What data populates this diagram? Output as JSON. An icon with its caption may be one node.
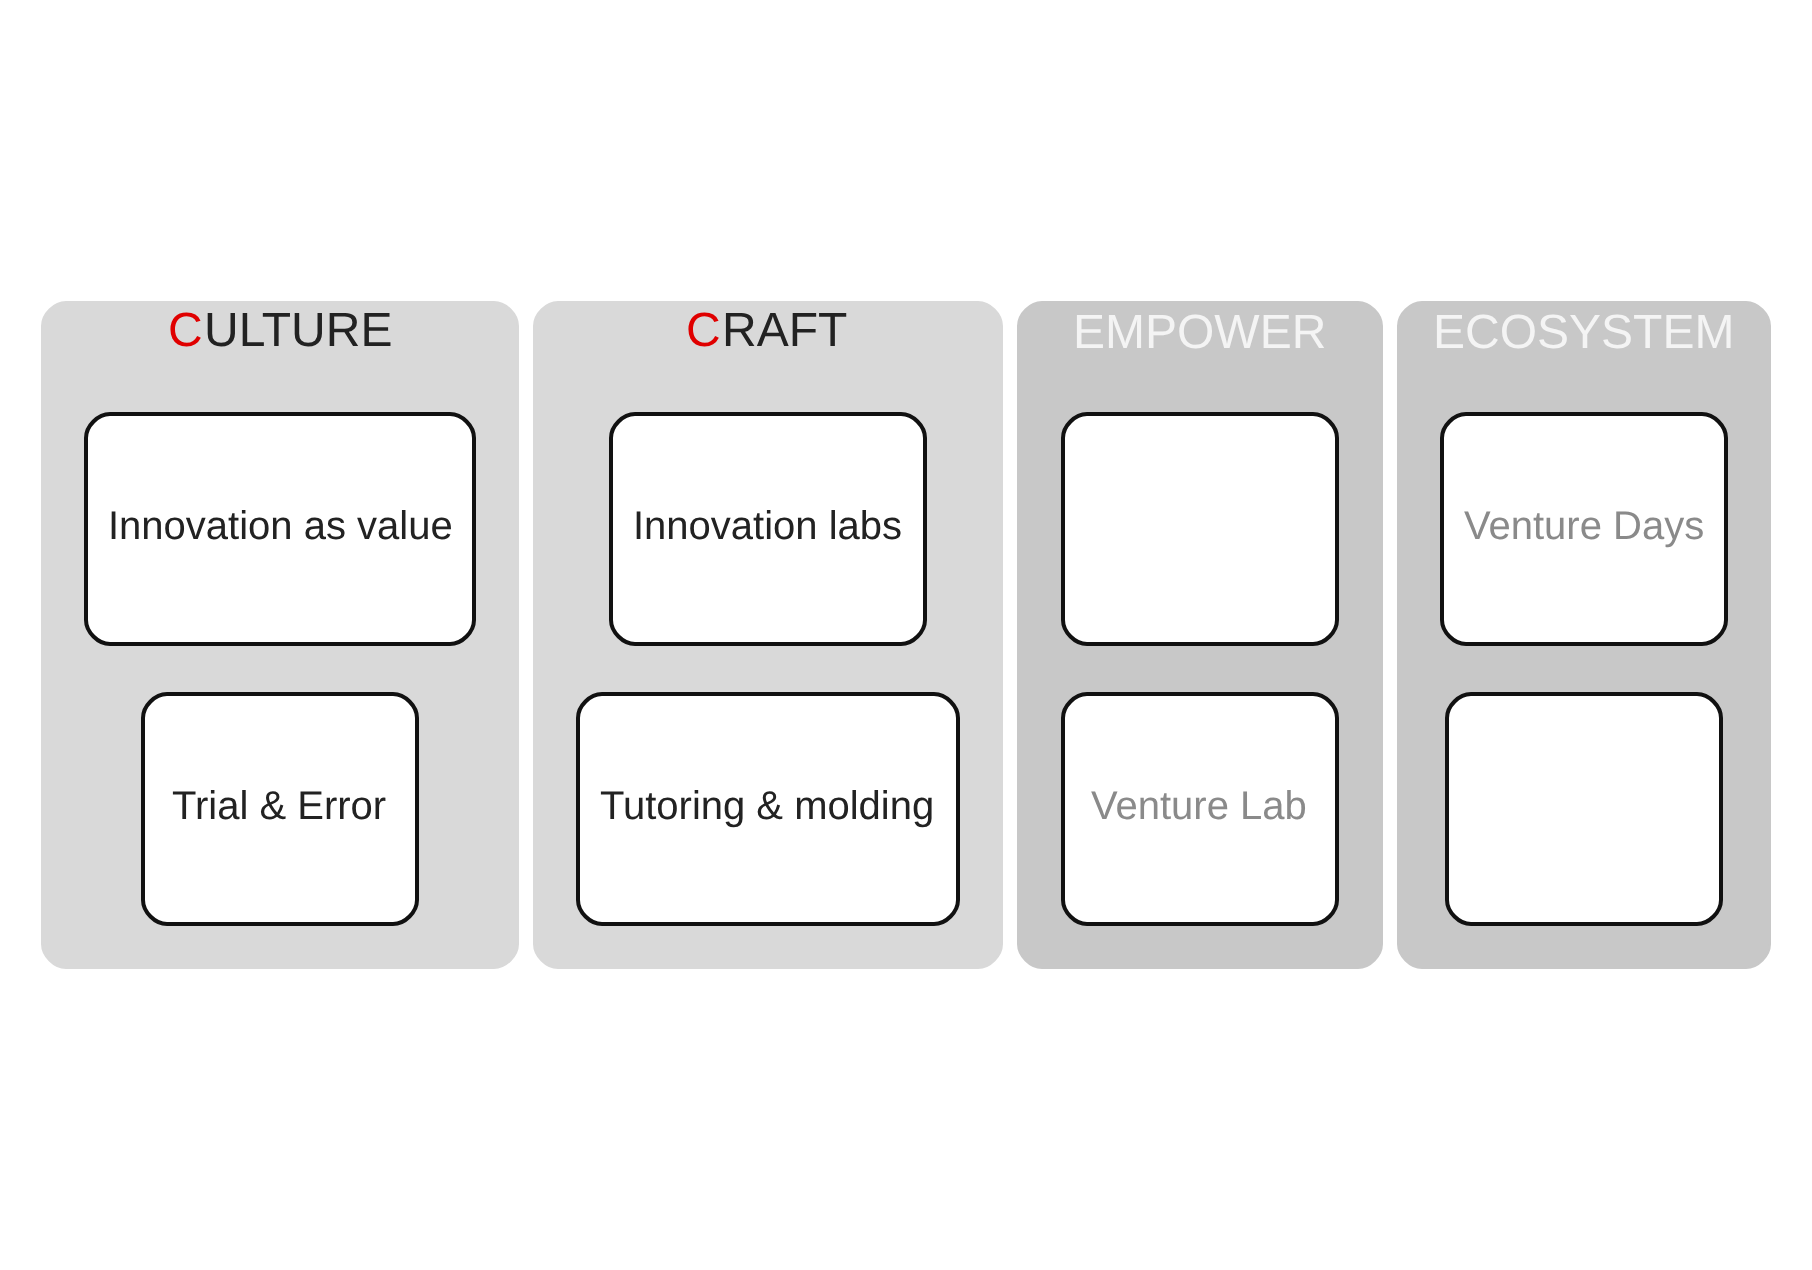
{
  "diagram": {
    "nodes": [
      {
        "text": [
          "CULTURE"
        ]
      },
      {
        "text": [
          "Innovation as value"
        ],
        "in": 0
      },
      {
        "text": [
          "Trial & Error"
        ],
        "in": 0
      },
      {
        "text": [
          "CRAFT"
        ]
      },
      {
        "text": [
          "Innovation labs"
        ],
        "in": 3
      },
      {
        "text": [
          "Tutoring & molding"
        ],
        "in": 3
      },
      {
        "text": [
          "EMPOWER"
        ]
      },
      {
        "text": [],
        "shape": "box",
        "in": 6
      },
      {
        "text": [
          "Venture Lab"
        ],
        "in": 6
      },
      {
        "text": [
          "ECOSYSTEM"
        ]
      },
      {
        "text": [
          "Venture Days"
        ],
        "in": 9
      },
      {
        "text": [],
        "shape": "box",
        "in": 9
      }
    ],
    "edges": []
  }
}
